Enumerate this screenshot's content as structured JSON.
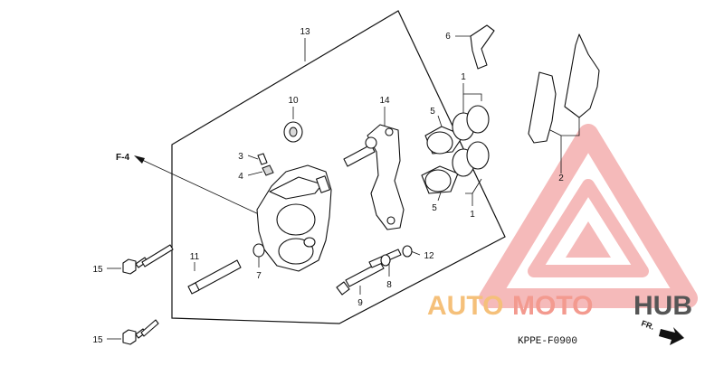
{
  "diagram": {
    "callouts": {
      "c1_top": "1",
      "c1_bottom": "1",
      "c2": "2",
      "c3": "3",
      "c4": "4",
      "c5_top": "5",
      "c5_bottom": "5",
      "c6": "6",
      "c7": "7",
      "c8": "8",
      "c9": "9",
      "c10": "10",
      "c11": "11",
      "c12": "12",
      "c13": "13",
      "c14": "14",
      "c15_top": "15",
      "c15_bottom": "15"
    },
    "reference": "F-4",
    "direction": "FR.",
    "diagram_code": "KPPE-F0900"
  },
  "watermark": {
    "part1": "AUTO",
    "part2": "MOTO",
    "part3": "HUB",
    "colors": {
      "auto": "#f5c07a",
      "moto": "#f39a8f",
      "hub": "#555555",
      "triangle": "#f2a3a3"
    }
  }
}
